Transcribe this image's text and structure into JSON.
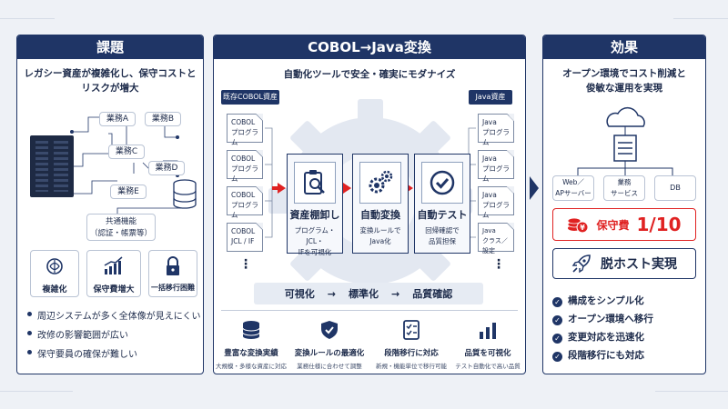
{
  "left": {
    "title": "課題",
    "subtitle_line1": "レガシー資産が複雑化し、保守コストと",
    "subtitle_line2": "リスクが増大",
    "nodes": [
      "業務A",
      "業務B",
      "業務C",
      "業務D",
      "業務E"
    ],
    "shared_line1": "共通機能",
    "shared_line2": "（認証・帳票等）",
    "icons": [
      {
        "label": "複雑化",
        "icon": "brain-icon"
      },
      {
        "label": "保守費増大",
        "icon": "rising-chart-icon"
      },
      {
        "label": "一括移行困難",
        "icon": "lock-icon"
      }
    ],
    "bullets": [
      "周辺システムが多く全体像が見えにくい",
      "改修の影響範囲が広い",
      "保守要員の確保が難しい"
    ]
  },
  "middle": {
    "title": "COBOL→Java変換",
    "subtitle": "自動化ツールで安全・確実にモダナイズ",
    "source_tag": "既存COBOL資産",
    "target_tag": "Java資産",
    "source_docs": [
      {
        "l1": "COBOL",
        "l2": "プログラム"
      },
      {
        "l1": "COBOL",
        "l2": "プログラム"
      },
      {
        "l1": "COBOL",
        "l2": "プログラム"
      },
      {
        "l1": "COBOL",
        "l2": "JCL / IF"
      }
    ],
    "target_docs": [
      {
        "l1": "Java",
        "l2": "プログラム"
      },
      {
        "l1": "Java",
        "l2": "プログラム"
      },
      {
        "l1": "Java",
        "l2": "プログラム"
      },
      {
        "l1": "Java",
        "l2": "クラス／設定"
      }
    ],
    "ellipsis": "⋮",
    "steps": [
      {
        "title": "資産棚卸し",
        "d1": "プログラム・JCL・",
        "d2": "IFを可視化",
        "icon": "clipboard-search-icon"
      },
      {
        "title": "自動変換",
        "d1": "変換ルールで",
        "d2": "Java化",
        "icon": "gears-icon"
      },
      {
        "title": "自動テスト",
        "d1": "回帰確認で",
        "d2": "品質担保",
        "icon": "check-circle-icon"
      }
    ],
    "flow": [
      "可視化",
      "→",
      "標準化",
      "→",
      "品質確認"
    ],
    "features": [
      {
        "title": "豊富な変換実績",
        "sub": "大規模・多様な資産に対応",
        "icon": "database-icon"
      },
      {
        "title": "変換ルールの最適化",
        "sub": "業務仕様に合わせて調整",
        "icon": "shield-icon"
      },
      {
        "title": "段階移行に対応",
        "sub": "新規・機能単位で移行可能",
        "icon": "checklist-icon"
      },
      {
        "title": "品質を可視化",
        "sub": "テスト自動化で高い品質",
        "icon": "bar-chart-icon"
      }
    ]
  },
  "right": {
    "title": "効果",
    "subtitle_line1": "オープン環境でコスト削減と",
    "subtitle_line2": "俊敏な運用を実現",
    "nodes": [
      {
        "l1": "Web／",
        "l2": "APサーバー"
      },
      {
        "l1": "業務",
        "l2": "サービス"
      },
      {
        "l1": "DB",
        "l2": ""
      }
    ],
    "cost_label": "保守費",
    "cost_value": "1/10",
    "host_label": "脱ホスト実現",
    "checks": [
      "構成をシンプル化",
      "オープン環境へ移行",
      "変更対応を迅速化",
      "段階移行にも対応"
    ]
  },
  "colors": {
    "navy": "#1f3566",
    "red": "#e02222",
    "gear": "#e3e8f1"
  }
}
